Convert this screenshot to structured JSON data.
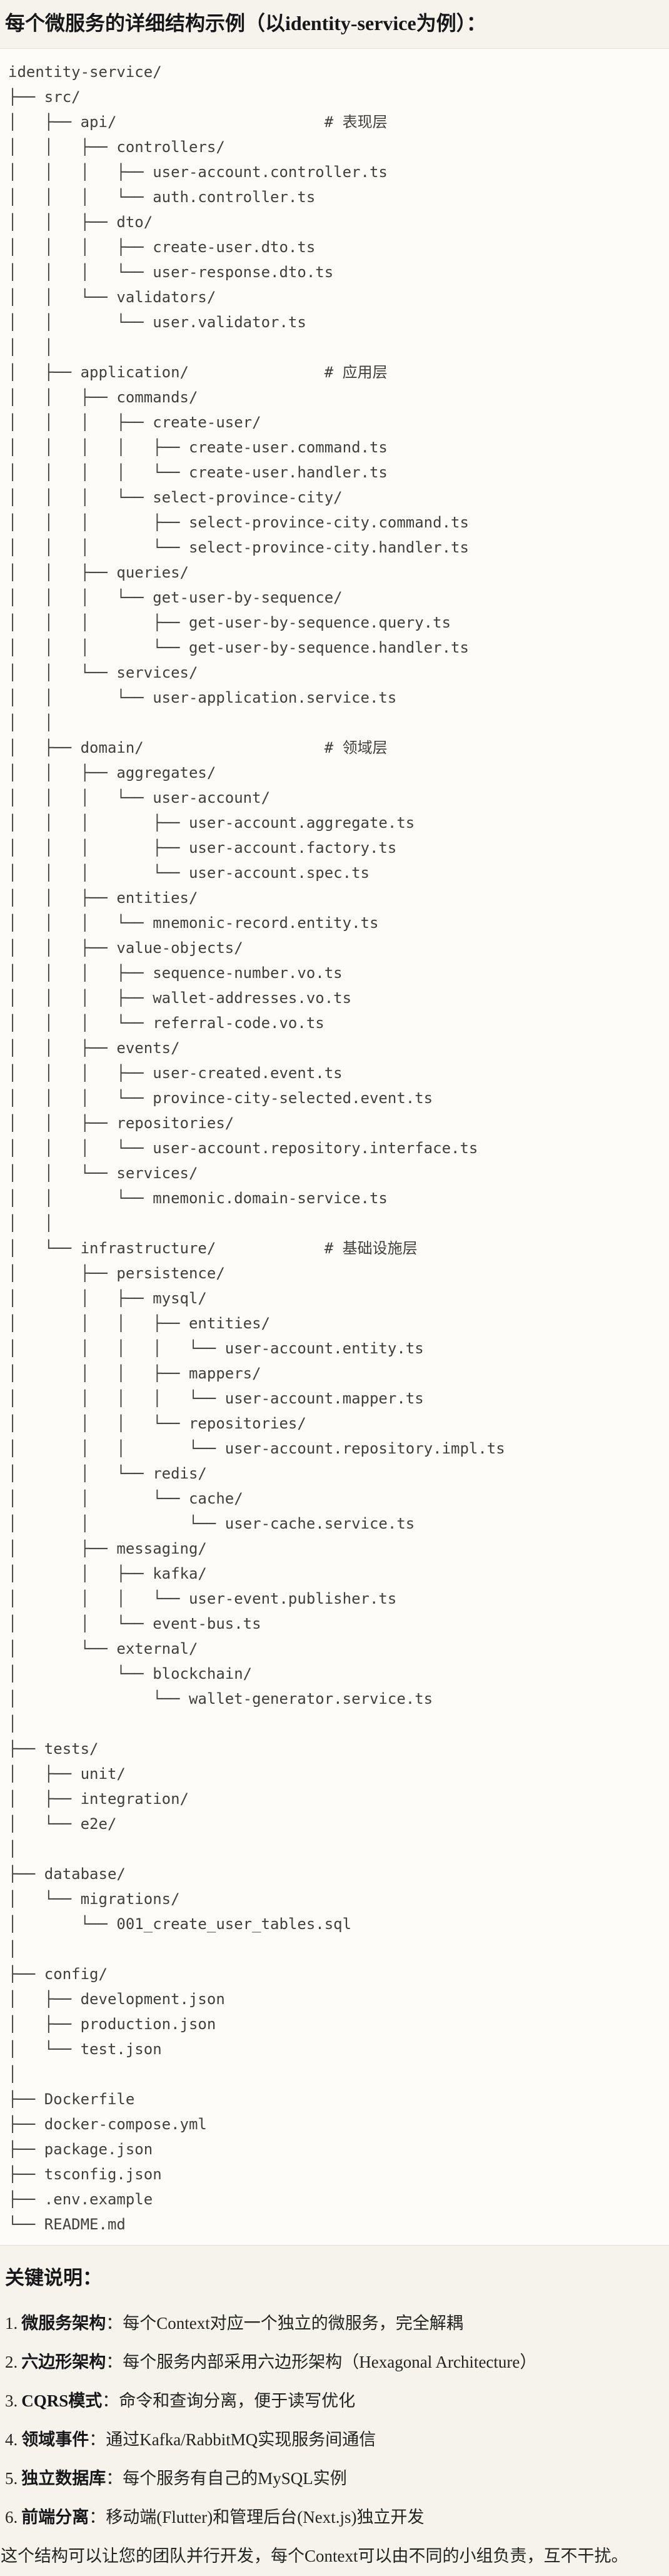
{
  "title": "每个微服务的详细结构示例（以identity-service为例）：",
  "colors": {
    "page_bg": "#f5f3ec",
    "code_bg": "#fdfcf9",
    "divider": "#dfddd5",
    "heading_text": "#17171a",
    "code_text": "#403f3b"
  },
  "tree": {
    "lines": [
      "identity-service/",
      "├── src/",
      "│   ├── api/                       # 表现层",
      "│   │   ├── controllers/",
      "│   │   │   ├── user-account.controller.ts",
      "│   │   │   └── auth.controller.ts",
      "│   │   ├── dto/",
      "│   │   │   ├── create-user.dto.ts",
      "│   │   │   └── user-response.dto.ts",
      "│   │   └── validators/",
      "│   │       └── user.validator.ts",
      "│   │",
      "│   ├── application/               # 应用层",
      "│   │   ├── commands/",
      "│   │   │   ├── create-user/",
      "│   │   │   │   ├── create-user.command.ts",
      "│   │   │   │   └── create-user.handler.ts",
      "│   │   │   └── select-province-city/",
      "│   │   │       ├── select-province-city.command.ts",
      "│   │   │       └── select-province-city.handler.ts",
      "│   │   ├── queries/",
      "│   │   │   └── get-user-by-sequence/",
      "│   │   │       ├── get-user-by-sequence.query.ts",
      "│   │   │       └── get-user-by-sequence.handler.ts",
      "│   │   └── services/",
      "│   │       └── user-application.service.ts",
      "│   │",
      "│   ├── domain/                    # 领域层",
      "│   │   ├── aggregates/",
      "│   │   │   └── user-account/",
      "│   │   │       ├── user-account.aggregate.ts",
      "│   │   │       ├── user-account.factory.ts",
      "│   │   │       └── user-account.spec.ts",
      "│   │   ├── entities/",
      "│   │   │   └── mnemonic-record.entity.ts",
      "│   │   ├── value-objects/",
      "│   │   │   ├── sequence-number.vo.ts",
      "│   │   │   ├── wallet-addresses.vo.ts",
      "│   │   │   └── referral-code.vo.ts",
      "│   │   ├── events/",
      "│   │   │   ├── user-created.event.ts",
      "│   │   │   └── province-city-selected.event.ts",
      "│   │   ├── repositories/",
      "│   │   │   └── user-account.repository.interface.ts",
      "│   │   └── services/",
      "│   │       └── mnemonic.domain-service.ts",
      "│   │",
      "│   └── infrastructure/            # 基础设施层",
      "│       ├── persistence/",
      "│       │   ├── mysql/",
      "│       │   │   ├── entities/",
      "│       │   │   │   └── user-account.entity.ts",
      "│       │   │   ├── mappers/",
      "│       │   │   │   └── user-account.mapper.ts",
      "│       │   │   └── repositories/",
      "│       │   │       └── user-account.repository.impl.ts",
      "│       │   └── redis/",
      "│       │       └── cache/",
      "│       │           └── user-cache.service.ts",
      "│       ├── messaging/",
      "│       │   ├── kafka/",
      "│       │   │   └── user-event.publisher.ts",
      "│       │   └── event-bus.ts",
      "│       └── external/",
      "│           └── blockchain/",
      "│               └── wallet-generator.service.ts",
      "│",
      "├── tests/",
      "│   ├── unit/",
      "│   ├── integration/",
      "│   └── e2e/",
      "│",
      "├── database/",
      "│   └── migrations/",
      "│       └── 001_create_user_tables.sql",
      "│",
      "├── config/",
      "│   ├── development.json",
      "│   ├── production.json",
      "│   └── test.json",
      "│",
      "├── Dockerfile",
      "├── docker-compose.yml",
      "├── package.json",
      "├── tsconfig.json",
      "├── .env.example",
      "└── README.md"
    ]
  },
  "notes": {
    "heading": "关键说明：",
    "items": [
      {
        "num": "1.",
        "term": "微服务架构",
        "desc": "：每个Context对应一个独立的微服务，完全解耦"
      },
      {
        "num": "2.",
        "term": "六边形架构",
        "desc": "：每个服务内部采用六边形架构（Hexagonal Architecture）"
      },
      {
        "num": "3.",
        "term": "CQRS模式",
        "desc": "：命令和查询分离，便于读写优化"
      },
      {
        "num": "4.",
        "term": "领域事件",
        "desc": "：通过Kafka/RabbitMQ实现服务间通信"
      },
      {
        "num": "5.",
        "term": "独立数据库",
        "desc": "：每个服务有自己的MySQL实例"
      },
      {
        "num": "6.",
        "term": "前端分离",
        "desc": "：移动端(Flutter)和管理后台(Next.js)独立开发"
      }
    ],
    "footer": "这个结构可以让您的团队并行开发，每个Context可以由不同的小组负责，互不干扰。"
  }
}
